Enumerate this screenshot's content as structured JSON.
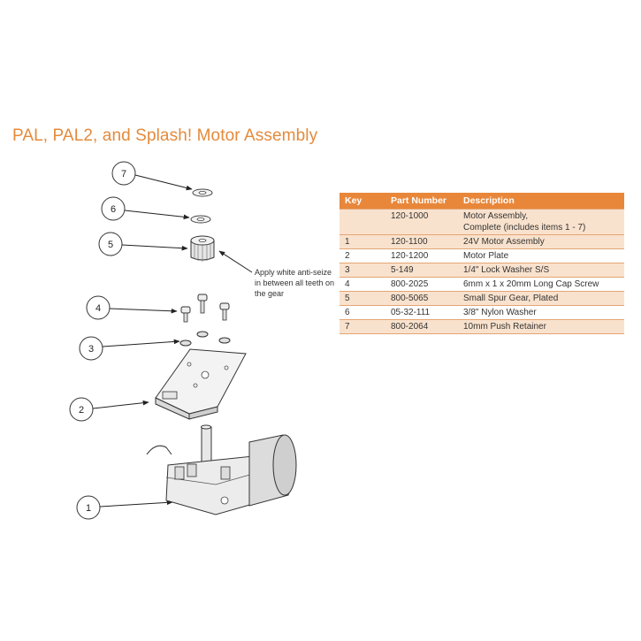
{
  "title": "PAL, PAL2, and Splash! Motor Assembly",
  "callouts": [
    "7",
    "6",
    "5",
    "4",
    "3",
    "2",
    "1"
  ],
  "note": "Apply white anti-seize in between all teeth on the gear",
  "table": {
    "headers": [
      "Key",
      "Part Number",
      "Description"
    ],
    "rows": [
      {
        "key": "",
        "part": "120-1000",
        "desc": [
          "Motor Assembly,",
          "Complete (includes items 1 - 7)"
        ]
      },
      {
        "key": "1",
        "part": "120-1100",
        "desc": [
          "24V Motor Assembly"
        ]
      },
      {
        "key": "2",
        "part": "120-1200",
        "desc": [
          "Motor Plate"
        ]
      },
      {
        "key": "3",
        "part": "5-149",
        "desc": [
          "1/4\" Lock Washer S/S"
        ]
      },
      {
        "key": "4",
        "part": "800-2025",
        "desc": [
          "6mm x 1 x 20mm Long Cap Screw"
        ]
      },
      {
        "key": "5",
        "part": "800-5065",
        "desc": [
          "Small Spur Gear, Plated"
        ]
      },
      {
        "key": "6",
        "part": "05-32-111",
        "desc": [
          "3/8\" Nylon Washer"
        ]
      },
      {
        "key": "7",
        "part": "800-2064",
        "desc": [
          "10mm Push Retainer"
        ]
      }
    ]
  },
  "colors": {
    "accent": "#e8873a",
    "row_shade": "#f9e2cd",
    "title": "#e48a3b"
  }
}
